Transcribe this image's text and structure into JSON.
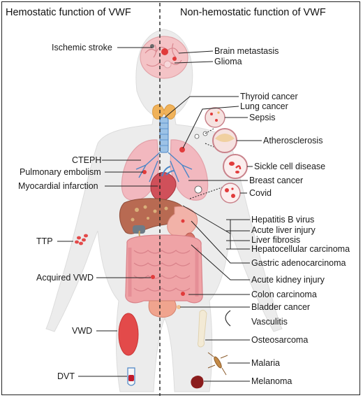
{
  "headers": {
    "left": "Hemostatic function of VWF",
    "right": "Non-hemostatic function of VWF"
  },
  "left_labels": {
    "ischemic_stroke": "Ischemic stroke",
    "cteph": "CTEPH",
    "pulmonary_embolism": "Pulmonary embolism",
    "myocardial_infarction": "Myocardial infarction",
    "ttp": "TTP",
    "acquired_vwd": "Acquired VWD",
    "vwd": "VWD",
    "dvt": "DVT"
  },
  "right_labels": {
    "brain_metastasis": "Brain metastasis",
    "glioma": "Glioma",
    "thyroid_cancer": "Thyroid cancer",
    "lung_cancer": "Lung cancer",
    "sepsis": "Sepsis",
    "atherosclerosis": "Atherosclerosis",
    "sickle_cell_disease": "Sickle cell disease",
    "breast_cancer": "Breast cancer",
    "covid": "Covid",
    "hepatitis_b_virus": "Hepatitis B virus",
    "acute_liver_injury": "Acute liver injury",
    "liver_fibrosis": "Liver fibrosis",
    "hepatocellular_carcinoma": "Hepatocellular carcinoma",
    "gastric_adenocarcinoma": "Gastric adenocarcinoma",
    "acute_kidney_injury": "Acute kidney injury",
    "colon_carcinoma": "Colon carcinoma",
    "bladder_cancer": "Bladder cancer",
    "vasculitis": "Vasculitis",
    "osteosarcoma": "Osteosarcoma",
    "malaria": "Malaria",
    "melanoma": "Melanoma"
  },
  "colors": {
    "body": "#ececec",
    "organ_pink": "#f2b8bf",
    "intestine": "#efa3a6",
    "liver": "#b86a52",
    "lesion": "#e13b3b",
    "vessel_blue": "#4c86c6",
    "thyroid": "#f0b25a",
    "bone": "#f3ead5",
    "melanoma": "#8b1d1d"
  }
}
